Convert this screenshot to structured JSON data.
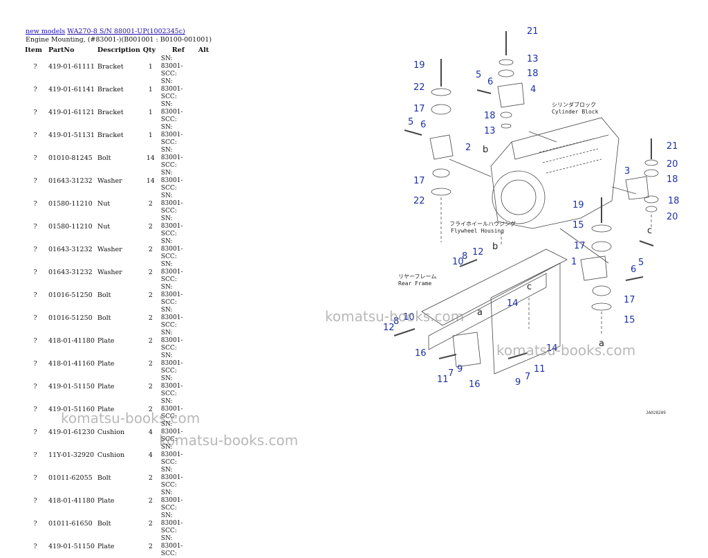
{
  "breadcrumb": {
    "link1": "new models",
    "link2": "WA270-8 S/N 88001-UP(1002345c)"
  },
  "subtitle": "Engine Mounting, (#83001-)(B001001 : B0100-001001)",
  "table": {
    "headers": {
      "item": "Item",
      "partno": "PartNo",
      "description": "Description",
      "qty": "Qty",
      "ref": "Ref",
      "alt": "Alt"
    },
    "rows": [
      {
        "item": "?",
        "partno": "419-01-61111",
        "description": "Bracket",
        "qty": "1",
        "ref": "SN: 83001-SCC:"
      },
      {
        "item": "?",
        "partno": "419-01-61141",
        "description": "Bracket",
        "qty": "1",
        "ref": "SN: 83001-SCC:"
      },
      {
        "item": "?",
        "partno": "419-01-61121",
        "description": "Bracket",
        "qty": "1",
        "ref": "SN: 83001-SCC:"
      },
      {
        "item": "?",
        "partno": "419-01-51131",
        "description": "Bracket",
        "qty": "1",
        "ref": "SN: 83001-SCC:"
      },
      {
        "item": "?",
        "partno": "01010-81245",
        "description": "Bolt",
        "qty": "14",
        "ref": "SN: 83001-SCC:"
      },
      {
        "item": "?",
        "partno": "01643-31232",
        "description": "Washer",
        "qty": "14",
        "ref": "SN: 83001-SCC:"
      },
      {
        "item": "?",
        "partno": "01580-11210",
        "description": "Nut",
        "qty": "2",
        "ref": "SN: 83001-SCC:"
      },
      {
        "item": "?",
        "partno": "01580-11210",
        "description": "Nut",
        "qty": "2",
        "ref": "SN: 83001-SCC:"
      },
      {
        "item": "?",
        "partno": "01643-31232",
        "description": "Washer",
        "qty": "2",
        "ref": "SN: 83001-SCC:"
      },
      {
        "item": "?",
        "partno": "01643-31232",
        "description": "Washer",
        "qty": "2",
        "ref": "SN: 83001-SCC:"
      },
      {
        "item": "?",
        "partno": "01016-51250",
        "description": "Bolt",
        "qty": "2",
        "ref": "SN: 83001-SCC:"
      },
      {
        "item": "?",
        "partno": "01016-51250",
        "description": "Bolt",
        "qty": "2",
        "ref": "SN: 83001-SCC:"
      },
      {
        "item": "?",
        "partno": "418-01-41180",
        "description": "Plate",
        "qty": "2",
        "ref": "SN: 83001-SCC:"
      },
      {
        "item": "?",
        "partno": "418-01-41160",
        "description": "Plate",
        "qty": "2",
        "ref": "SN: 83001-SCC:"
      },
      {
        "item": "?",
        "partno": "419-01-51150",
        "description": "Plate",
        "qty": "2",
        "ref": "SN: 83001-SCC:"
      },
      {
        "item": "?",
        "partno": "419-01-51160",
        "description": "Plate",
        "qty": "2",
        "ref": "SN: 83001-SCC:"
      },
      {
        "item": "?",
        "partno": "419-01-61230",
        "description": "Cushion",
        "qty": "4",
        "ref": "SN: 83001-SCC:"
      },
      {
        "item": "?",
        "partno": "11Y-01-32920",
        "description": "Cushion",
        "qty": "4",
        "ref": "SN: 83001-SCC:"
      },
      {
        "item": "?",
        "partno": "01011-62055",
        "description": "Bolt",
        "qty": "2",
        "ref": "SN: 83001-SCC:"
      },
      {
        "item": "?",
        "partno": "418-01-41180",
        "description": "Plate",
        "qty": "2",
        "ref": "SN: 83001-SCC:"
      },
      {
        "item": "?",
        "partno": "01011-61650",
        "description": "Bolt",
        "qty": "2",
        "ref": "SN: 83001-SCC:"
      },
      {
        "item": "?",
        "partno": "419-01-51150",
        "description": "Plate",
        "qty": "2",
        "ref": "SN: 83001-SCC:"
      }
    ]
  },
  "watermark_text": "komatsu-books.com",
  "diagram": {
    "cylinder_block_jp": "シリンダブロック",
    "cylinder_block_en": "Cylinder Block",
    "flywheel_jp": "フライホイールハウジング",
    "flywheel_en": "Flywheel Housing",
    "rear_frame_jp": "リヤーフレーム",
    "rear_frame_en": "Rear Frame",
    "drawing_code": "JA028289",
    "labels": [
      "21",
      "13",
      "18",
      "4",
      "5",
      "6",
      "19",
      "22",
      "17",
      "18",
      "13",
      "5",
      "6",
      "2",
      "17",
      "22",
      "21",
      "20",
      "3",
      "18",
      "18",
      "20",
      "19",
      "15",
      "17",
      "1",
      "6",
      "5",
      "10",
      "8",
      "12",
      "14",
      "12",
      "8",
      "10",
      "16",
      "9",
      "11",
      "7",
      "16",
      "9",
      "7",
      "11",
      "14",
      "17",
      "15"
    ],
    "arrows": [
      "b",
      "c",
      "b",
      "a",
      "c",
      "a"
    ]
  },
  "colors": {
    "link": "#1a0dab",
    "callout": "#1b2fa8"
  }
}
